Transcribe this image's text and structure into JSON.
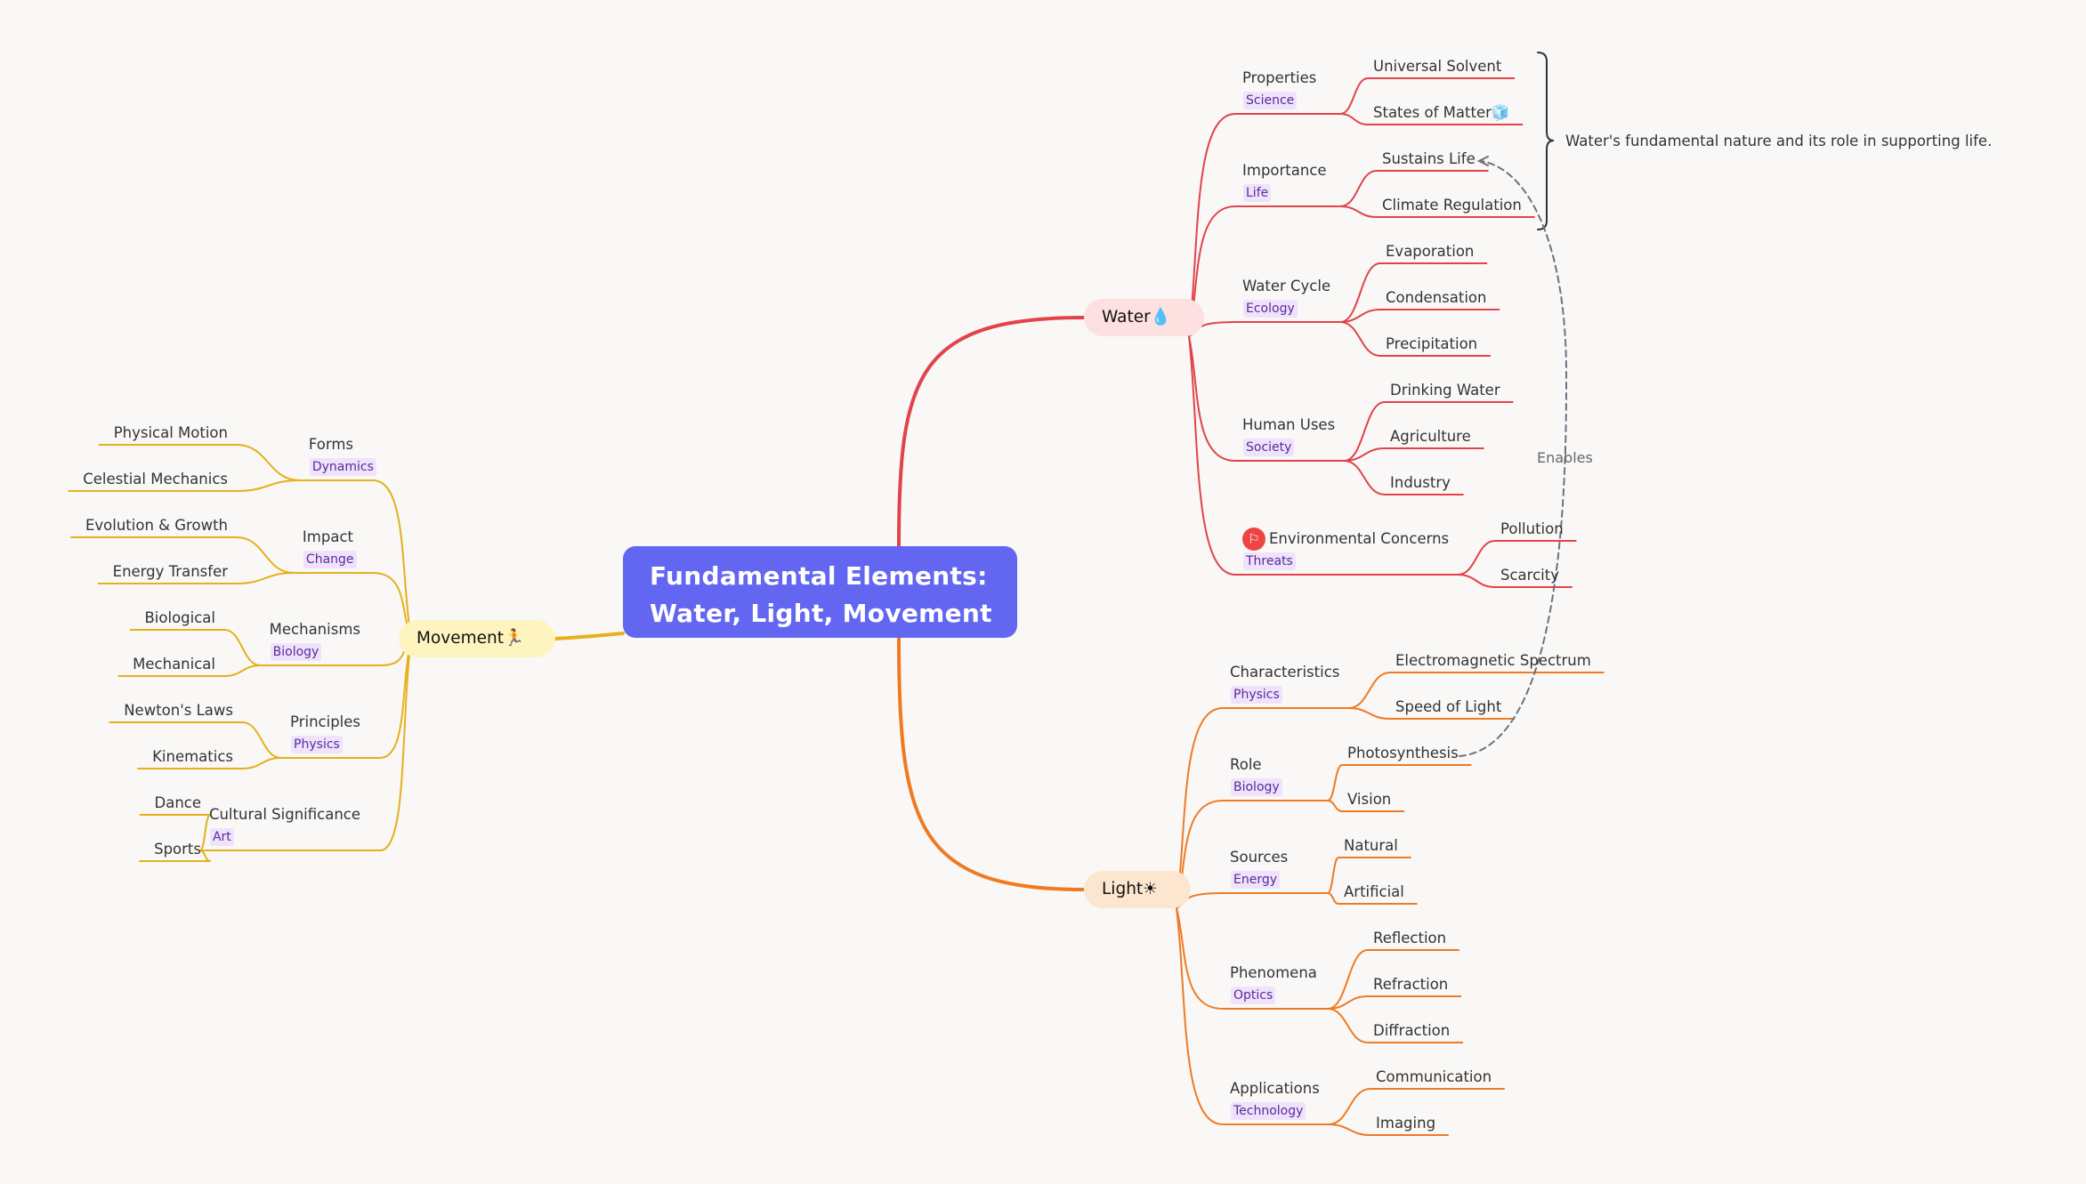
{
  "root": {
    "line1": "Fundamental Elements:",
    "line2": "Water, Light, Movement"
  },
  "colors": {
    "water": "#e2434a",
    "light": "#f07a22",
    "movement": "#e6b01a",
    "root": "#6366f1",
    "tag_bg": "#eee3fb",
    "tag_text": "#5b2a9b",
    "relation": "#6b7280"
  },
  "water": {
    "label": "Water",
    "icon": "💧",
    "topics": [
      {
        "label": "Properties",
        "tag": "Science",
        "children": [
          "Universal Solvent",
          "States of Matter🧊"
        ]
      },
      {
        "label": "Importance",
        "tag": "Life",
        "children": [
          "Sustains Life",
          "Climate Regulation"
        ]
      },
      {
        "label": "Water Cycle",
        "tag": "Ecology",
        "children": [
          "Evaporation",
          "Condensation",
          "Precipitation"
        ]
      },
      {
        "label": "Human Uses",
        "tag": "Society",
        "children": [
          "Drinking Water",
          "Agriculture",
          "Industry"
        ]
      },
      {
        "label": "Environmental Concerns",
        "tag": "Threats",
        "icon": "flag-icon",
        "children": [
          "Pollution",
          "Scarcity"
        ]
      }
    ]
  },
  "light": {
    "label": "Light",
    "icon": "☀",
    "topics": [
      {
        "label": "Characteristics",
        "tag": "Physics",
        "children": [
          "Electromagnetic Spectrum",
          "Speed of Light"
        ]
      },
      {
        "label": "Role",
        "tag": "Biology",
        "children": [
          "Photosynthesis",
          "Vision"
        ]
      },
      {
        "label": "Sources",
        "tag": "Energy",
        "children": [
          "Natural",
          "Artificial"
        ]
      },
      {
        "label": "Phenomena",
        "tag": "Optics",
        "children": [
          "Reflection",
          "Refraction",
          "Diffraction"
        ]
      },
      {
        "label": "Applications",
        "tag": "Technology",
        "children": [
          "Communication",
          "Imaging"
        ]
      }
    ]
  },
  "movement": {
    "label": "Movement",
    "icon": "🏃",
    "topics": [
      {
        "label": "Forms",
        "tag": "Dynamics",
        "children": [
          "Physical Motion",
          "Celestial Mechanics"
        ]
      },
      {
        "label": "Impact",
        "tag": "Change",
        "children": [
          "Evolution & Growth",
          "Energy Transfer"
        ]
      },
      {
        "label": "Mechanisms",
        "tag": "Biology",
        "children": [
          "Biological",
          "Mechanical"
        ]
      },
      {
        "label": "Principles",
        "tag": "Physics",
        "children": [
          "Newton's Laws",
          "Kinematics"
        ]
      },
      {
        "label": "Cultural Significance",
        "tag": "Art",
        "children": [
          "Dance",
          "Sports"
        ]
      }
    ]
  },
  "summary_note": "Water's fundamental nature and its role in supporting life.",
  "relationship": {
    "label": "Enables",
    "from": "Photosynthesis",
    "to": "Sustains Life"
  }
}
